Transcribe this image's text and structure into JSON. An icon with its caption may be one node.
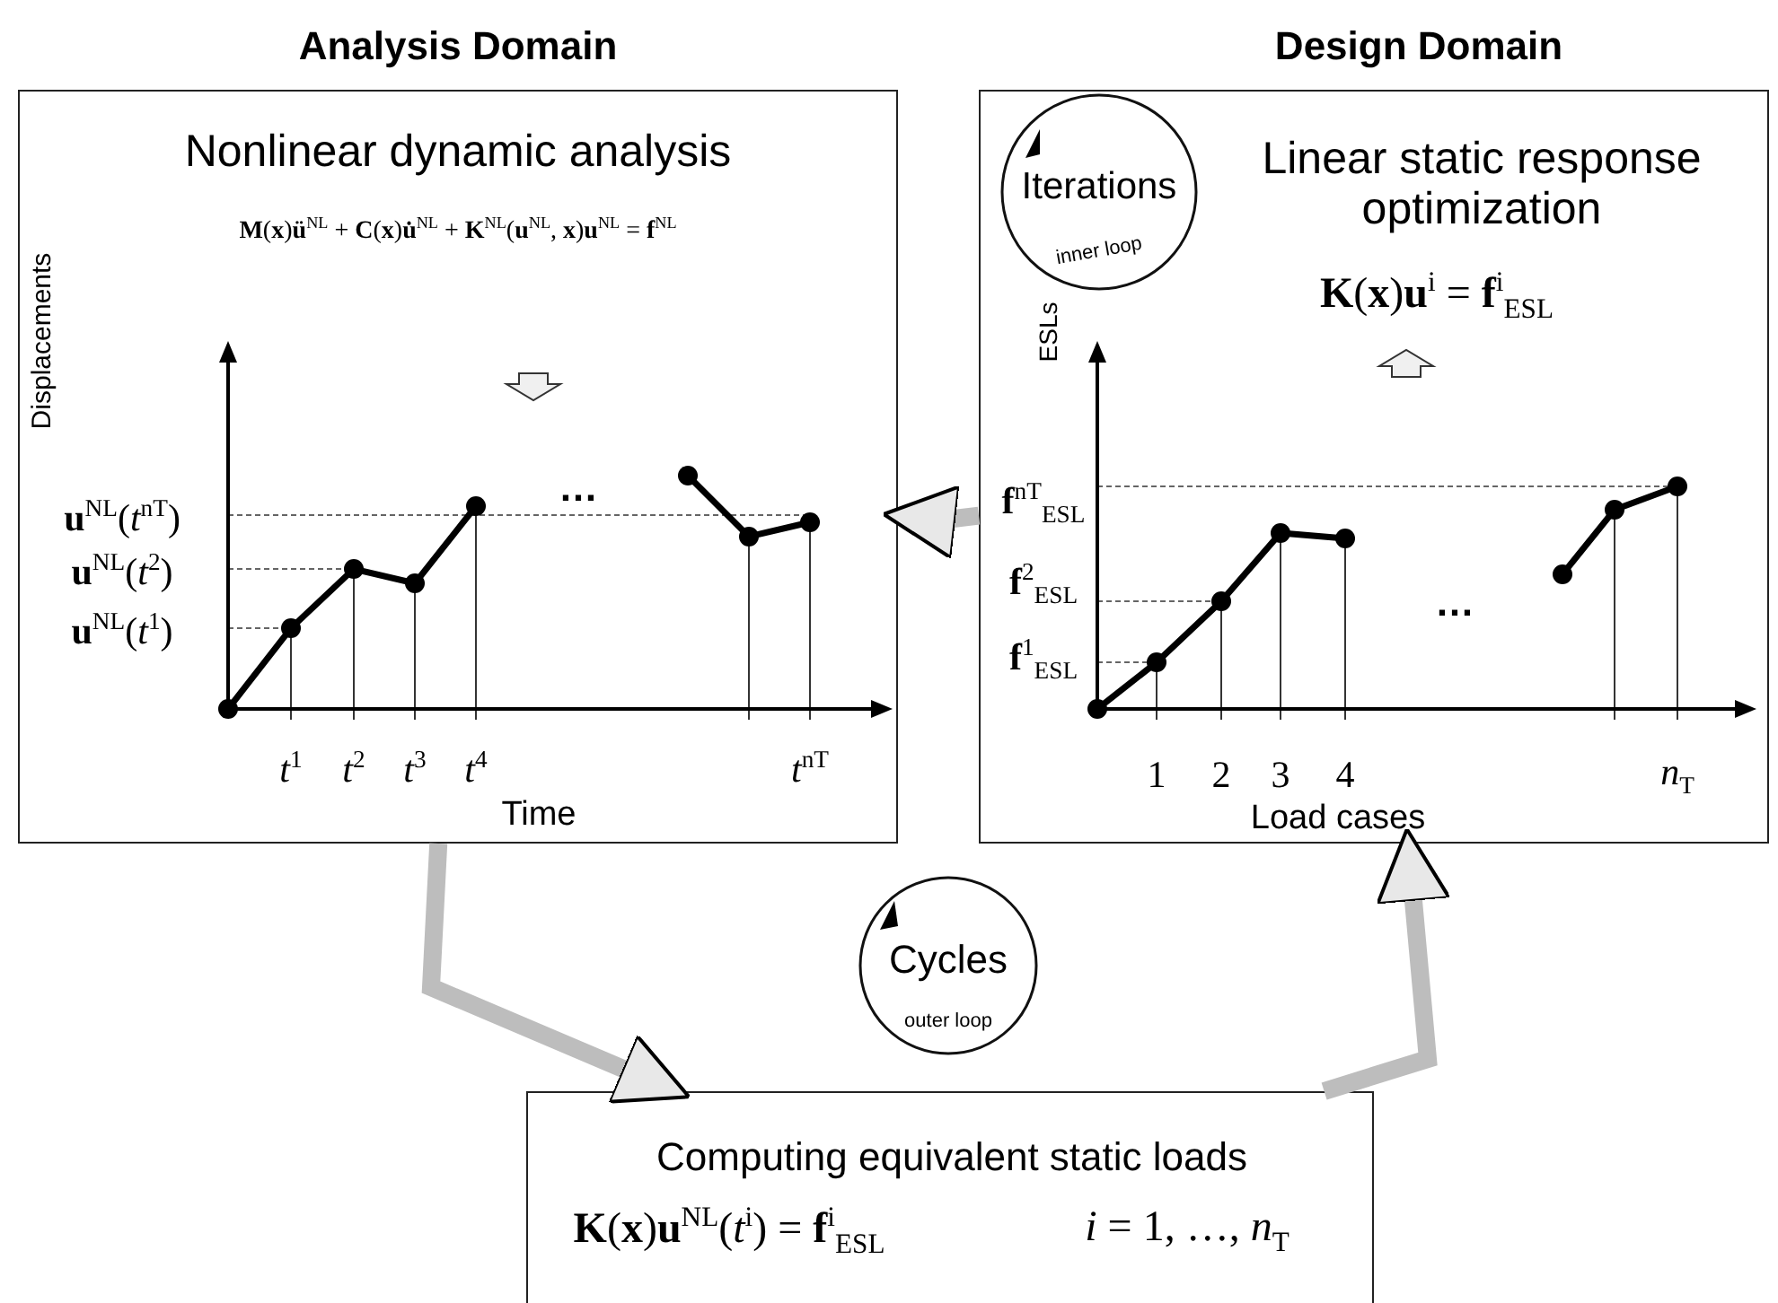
{
  "diagram": {
    "nodes": [
      {
        "text": [
          "Analysis Domain",
          "Nonlinear dynamic analysis",
          "**M**(**x**)**ü**$^{NL}$ + **C**(**x**)**u̇**$^{NL}$ + **K**$^{NL}$(**u**$^{NL}$, **x**)**u**$^{NL}$ = **f**$^{NL}$"
        ]
      },
      {
        "text": [
          "Design Domain",
          "Linear static response optimization",
          "**K**(**x**)**u**$^{i}$ = **f**$^{i}$$_{ESL}$"
        ]
      },
      {
        "text": [
          "Iterations",
          "inner loop"
        ],
        "in": 1
      },
      {
        "text": [
          "Cycles",
          "outer loop"
        ]
      },
      {
        "text": [
          "Computing equivalent static loads",
          "**K**(**x**)**u**$^{NL}$(*t*$^{i}$) = **f**$^{i}$$_{ESL}$",
          "*i* = 1, …, *n*$_{T}$"
        ]
      }
    ],
    "edges": [
      {
        "from": 1,
        "to": 0,
        "arrow": "to"
      },
      {
        "from": 0,
        "to": 4,
        "arrow": "to"
      },
      {
        "from": 4,
        "to": 1,
        "arrow": "to"
      }
    ],
    "labels": [
      "Displacements",
      "**u**$^{NL}$(*t*$^{nT}$)",
      "**u**$^{NL}$(*t*$^{2}$)",
      "**u**$^{NL}$(*t*$^{1}$)",
      "…",
      "*t*$^{1}$",
      "*t*$^{2}$",
      "*t*$^{3}$",
      "*t*$^{4}$",
      "*t*$^{nT}$",
      "Time",
      "ESLs",
      "**f**$^{nT}$$_{ESL}$",
      "**f**$^{2}$$_{ESL}$",
      "**f**$^{1}$$_{ESL}$",
      "…",
      "1",
      "2",
      "3",
      "4",
      "*n*$_{T}$",
      "Load cases"
    ]
  }
}
